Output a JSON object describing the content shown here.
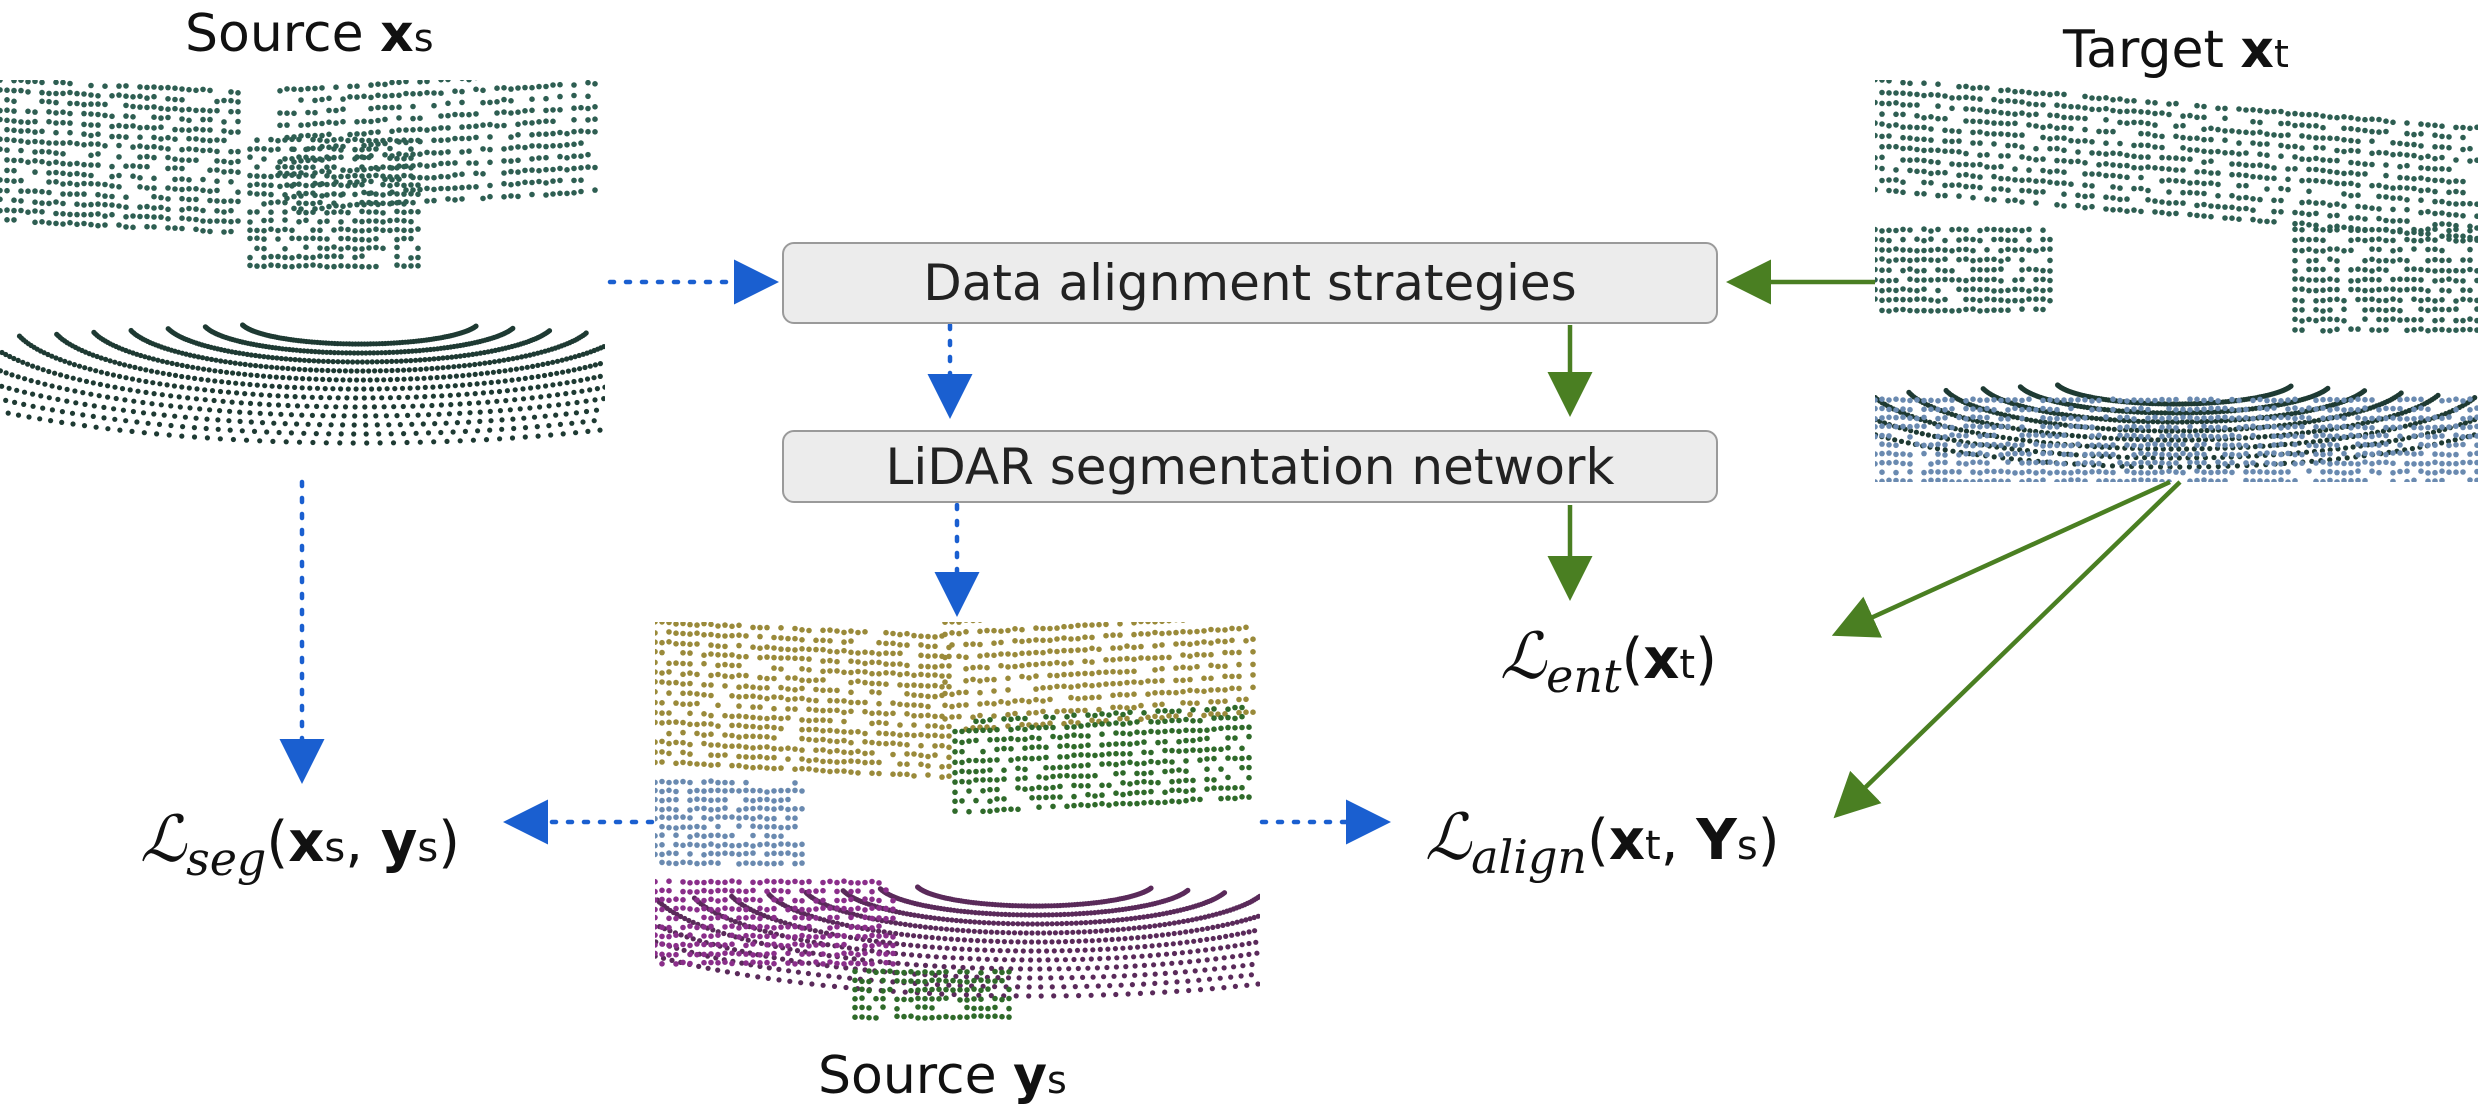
{
  "labels": {
    "source_x": {
      "prefix": "Source ",
      "symbol": "x",
      "sub": "s"
    },
    "target_x": {
      "prefix": "Target ",
      "symbol": "x",
      "sub": "t"
    },
    "source_y": {
      "prefix": "Source ",
      "symbol": "y",
      "sub": "s"
    }
  },
  "boxes": {
    "alignment": "Data alignment strategies",
    "network": "LiDAR segmentation network"
  },
  "losses": {
    "seg": {
      "sub": "seg",
      "args": [
        {
          "symbol": "x",
          "sub": "s"
        },
        {
          "symbol": "y",
          "sub": "s"
        }
      ]
    },
    "ent": {
      "sub": "ent",
      "args": [
        {
          "symbol": "x",
          "sub": "t"
        }
      ]
    },
    "align": {
      "sub": "align",
      "args": [
        {
          "symbol": "x",
          "sub": "t"
        },
        {
          "symbol": "Y",
          "sub": "s"
        }
      ]
    }
  },
  "colors": {
    "source_flow": "#1a5fd0",
    "target_flow": "#4a7f22",
    "box_fill": "#ececec",
    "box_border": "#9a9a9a",
    "cloud_teal": "#2e5e52",
    "cloud_yellow": "#9a8a3a",
    "cloud_purple": "#5a2a5a",
    "cloud_green": "#2f6a2a",
    "cloud_blue": "#6a8ab0"
  },
  "icons": [
    "point-cloud-source-image",
    "point-cloud-target-image",
    "point-cloud-labels-image"
  ]
}
